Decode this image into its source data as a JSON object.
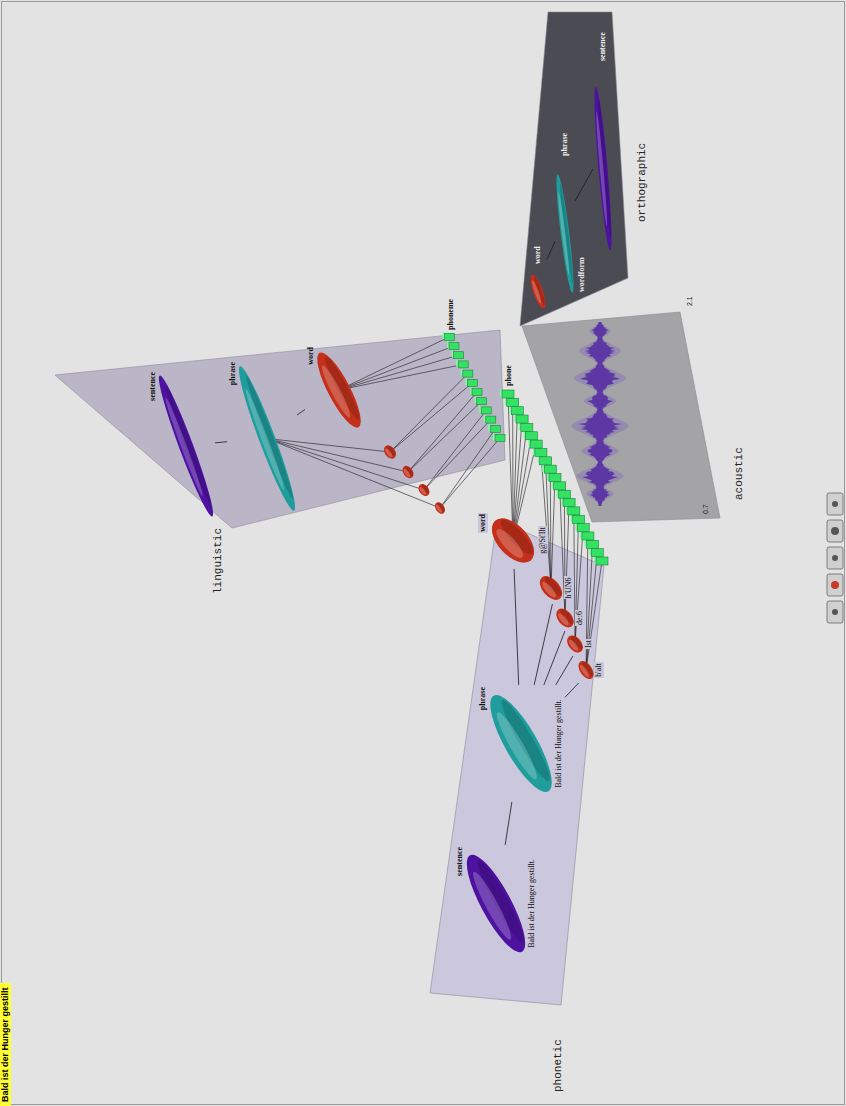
{
  "diagram": {
    "title": "Bald ist der Hunger gestillt",
    "nodes": [
      {
        "text": [
          "sentence",
          "Bald ist der Hunger gestillt."
        ]
      },
      {
        "text": [
          "phrase",
          "Bald ist der Hunger gestillt."
        ]
      },
      {
        "text": [
          "b'alt"
        ]
      },
      {
        "text": [
          "Ist"
        ]
      },
      {
        "text": [
          "de:6"
        ]
      },
      {
        "text": [
          "h'UN6"
        ]
      },
      {
        "text": [
          "word",
          "g@St'Ilt"
        ]
      },
      {
        "text": [
          "sentence"
        ]
      },
      {
        "text": [
          "phrase"
        ]
      },
      {
        "text": [
          "word"
        ]
      },
      {
        "text": [
          "word"
        ]
      },
      {
        "text": [
          "phrase"
        ]
      },
      {
        "text": [
          "sentence"
        ]
      }
    ],
    "edges": [
      {
        "from": 0,
        "to": 1,
        "arrow": "none"
      },
      {
        "from": 1,
        "to": 2,
        "arrow": "none"
      },
      {
        "from": 1,
        "to": 3,
        "arrow": "none"
      },
      {
        "from": 1,
        "to": 4,
        "arrow": "none"
      },
      {
        "from": 1,
        "to": 5,
        "arrow": "none"
      },
      {
        "from": 1,
        "to": 6,
        "arrow": "none"
      },
      {
        "from": 7,
        "to": 8,
        "arrow": "none"
      },
      {
        "from": 8,
        "to": 9,
        "arrow": "none"
      },
      {
        "from": 12,
        "to": 11,
        "arrow": "none"
      },
      {
        "from": 11,
        "to": 10,
        "arrow": "none"
      }
    ],
    "labels": [
      "phonetic",
      "linguistic",
      "orthographic",
      "acoustic",
      "phone",
      "phoneme",
      "wordform",
      "0.7",
      "2.1"
    ]
  }
}
